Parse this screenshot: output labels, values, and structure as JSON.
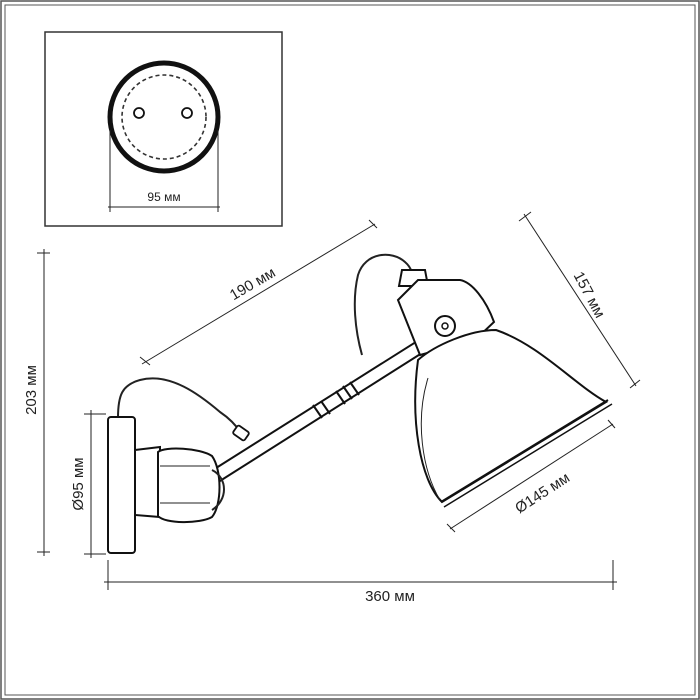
{
  "dimensions": {
    "base_width": "95 мм",
    "arm_length": "190 мм",
    "shade_height": "157 мм",
    "total_height": "203 мм",
    "base_diameter": "Ø95 мм",
    "shade_diameter": "Ø145 мм",
    "total_length": "360 мм"
  }
}
